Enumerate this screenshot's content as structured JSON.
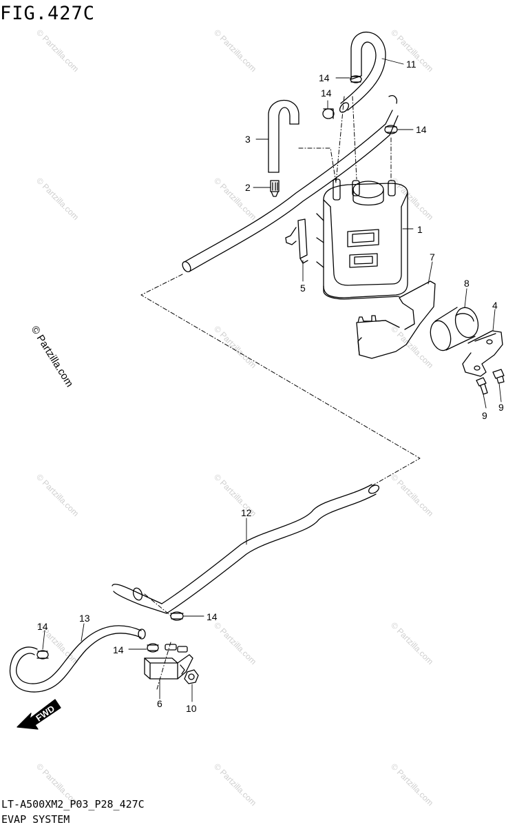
{
  "figure_title": "FIG.427C",
  "footer": {
    "code": "LT-A500XM2_P03_P28_427C",
    "name": "EVAP SYSTEM"
  },
  "watermark": {
    "text": "© Partzilla.com"
  },
  "callouts": {
    "c1": "1",
    "c2": "2",
    "c3": "3",
    "c4": "4",
    "c5": "5",
    "c6": "6",
    "c7": "7",
    "c8": "8",
    "c9a": "9",
    "c9b": "9",
    "c10": "10",
    "c11": "11",
    "c12": "12",
    "c13": "13",
    "c14a": "14",
    "c14b": "14",
    "c14c": "14",
    "c14d": "14",
    "c14e": "14",
    "c14f": "14"
  },
  "fwd_label": "FWD"
}
